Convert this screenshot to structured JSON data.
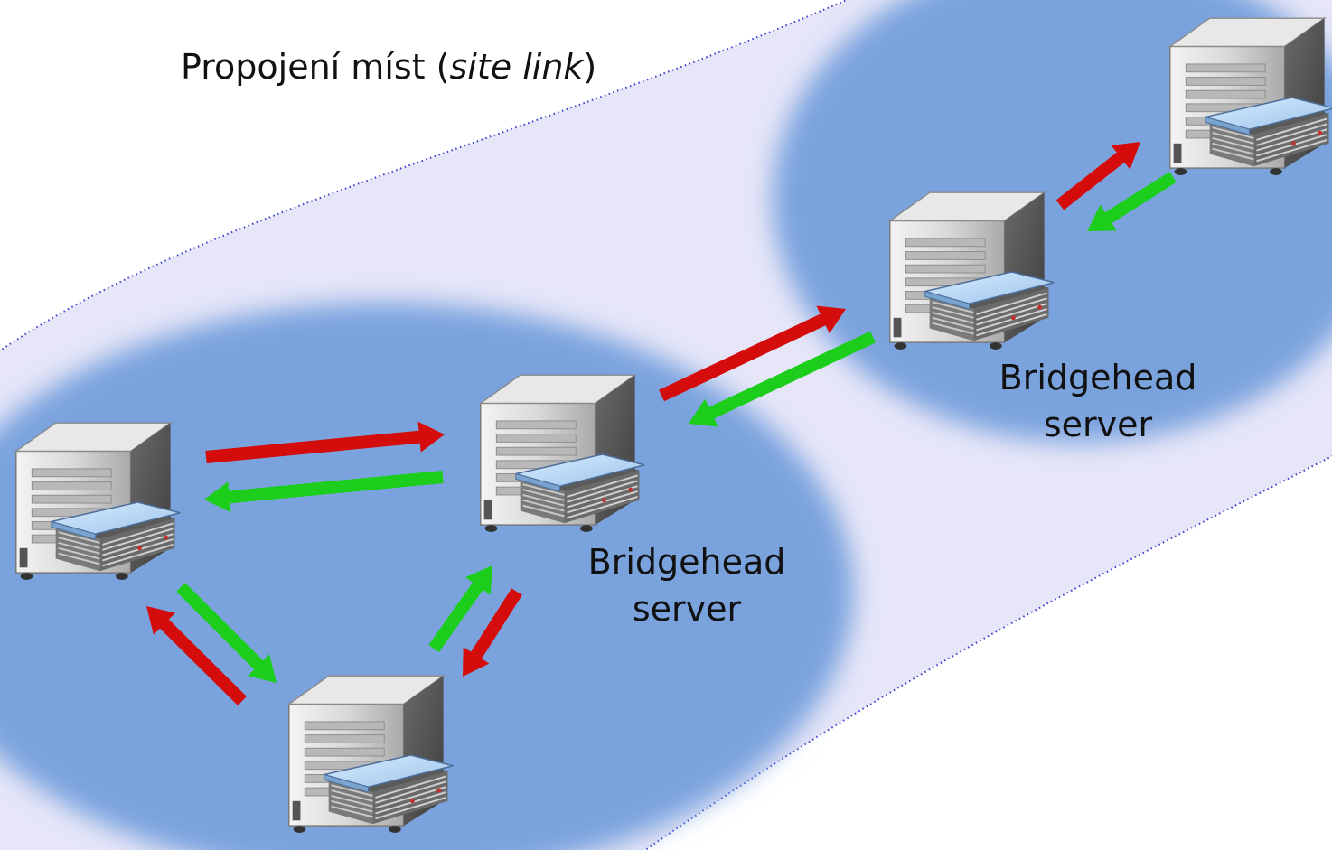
{
  "diagram": {
    "title_main": "Propojení míst (",
    "title_italic": "site link",
    "title_close": ")",
    "bridgehead_labels": [
      {
        "line1": "Bridgehead",
        "line2": "server"
      },
      {
        "line1": "Bridgehead",
        "line2": "server"
      }
    ],
    "icons": [
      "server-icon",
      "directory-book-icon"
    ],
    "colors": {
      "band_fill": "#e6e6f8",
      "band_border": "#3a3fd0",
      "site_fill": "#7aa3de",
      "arrow_red": "#d40c0c",
      "arrow_green": "#1ccd1c"
    }
  }
}
